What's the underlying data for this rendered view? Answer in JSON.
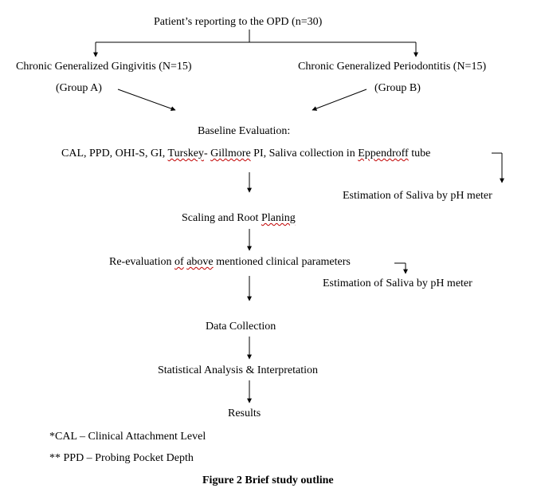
{
  "nodes": {
    "patients": "Patient’s reporting to the OPD (n=30)",
    "group_a_title": "Chronic Generalized Gingivitis (N=15)",
    "group_a_label": "(Group A)",
    "group_b_title": "Chronic Generalized Periodontitis (N=15)",
    "group_b_label": "(Group B)",
    "baseline": "Baseline Evaluation:",
    "baseline_params_pre": "CAL, PPD, OHI-S, GI, ",
    "baseline_params_turskey": "Turskey",
    "baseline_params_mid": "- ",
    "baseline_params_gillmore": "Gillmore",
    "baseline_params_post": " PI, Saliva collection in ",
    "baseline_params_eppendorff": "Eppendroff",
    "baseline_params_end": " tube",
    "saliva_1": "Estimation of Saliva by pH meter",
    "scaling_pre": "Scaling and Root ",
    "scaling_planing": "Planing",
    "reeval_pre": "Re-evaluation ",
    "reeval_of": "of",
    "reeval_sp": " ",
    "reeval_above": "above",
    "reeval_post": " mentioned clinical parameters",
    "saliva_2": "Estimation of Saliva by pH meter",
    "data_collection": "Data Collection",
    "statistical": "Statistical Analysis & Interpretation",
    "results": "Results"
  },
  "footnotes": {
    "cal": "*CAL – Clinical Attachment Level",
    "ppd": "** PPD – Probing Pocket Depth"
  },
  "caption": "Figure 2 Brief study outline"
}
